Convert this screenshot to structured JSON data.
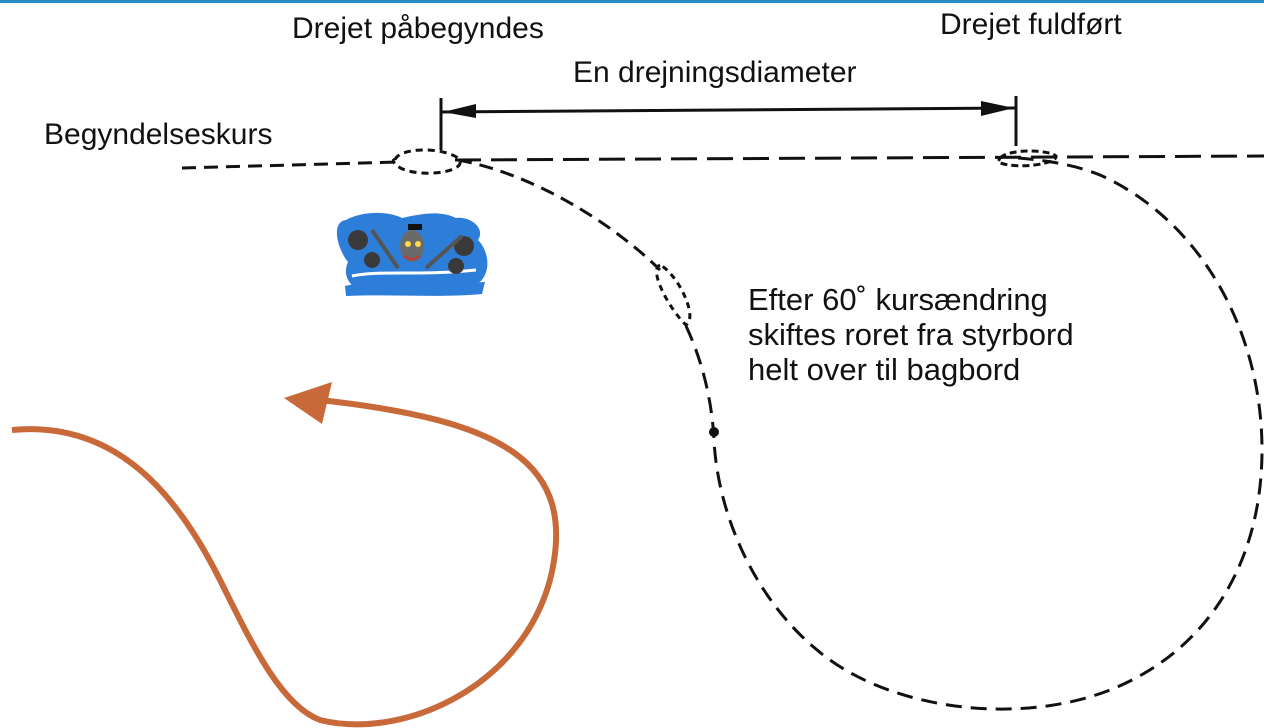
{
  "labels": {
    "turn_started": "Drejet påbegyndes",
    "turn_completed": "Drejet fuldført",
    "turning_diameter": "En drejningsdiameter",
    "initial_course": "Begyndelseskurs"
  },
  "note": {
    "lines": [
      "Efter 60˚ kursændring",
      "skiftes roret fra styrbord",
      "helt over til bagbord"
    ]
  },
  "colors": {
    "ink": "#111111",
    "arrow": "#c8693a",
    "water": "#2d7ed8",
    "accent_bar": "#2a8cc4"
  },
  "icons": {
    "person_in_water": "person-overboard-icon",
    "direction_arrow": "curved-arrow-icon"
  }
}
